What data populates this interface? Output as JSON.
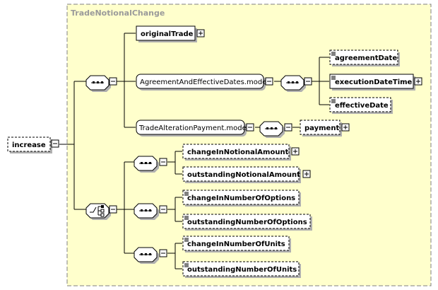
{
  "group": {
    "title": "TradeNotionalChange"
  },
  "root": {
    "label": "increase"
  },
  "elements": {
    "original_trade": "originalTrade",
    "agreement_model": "AgreementAndEffectiveDates.model",
    "agreement_date": "agreementDate",
    "execution_date_time": "executionDateTime",
    "effective_date": "effectiveDate",
    "alteration_payment_model": "TradeAlterationPayment.model",
    "payment": "payment",
    "change_in_notional_amount": "changeInNotionalAmount",
    "outstanding_notional_amount": "outstandingNotionalAmount",
    "change_in_number_of_options": "changeInNumberOfOptions",
    "outstanding_number_of_options": "outstandingNumberOfOptions",
    "change_in_number_of_units": "changeInNumberOfUnits",
    "outstanding_number_of_units": "outstandingNumberOfUnits"
  },
  "colors": {
    "group_fill": "#ffffcc",
    "group_border": "#808080",
    "node_fill": "#ffffff",
    "connector": "#000000",
    "shadow": "#b0b0b0",
    "title_text": "#9a9a9a"
  }
}
